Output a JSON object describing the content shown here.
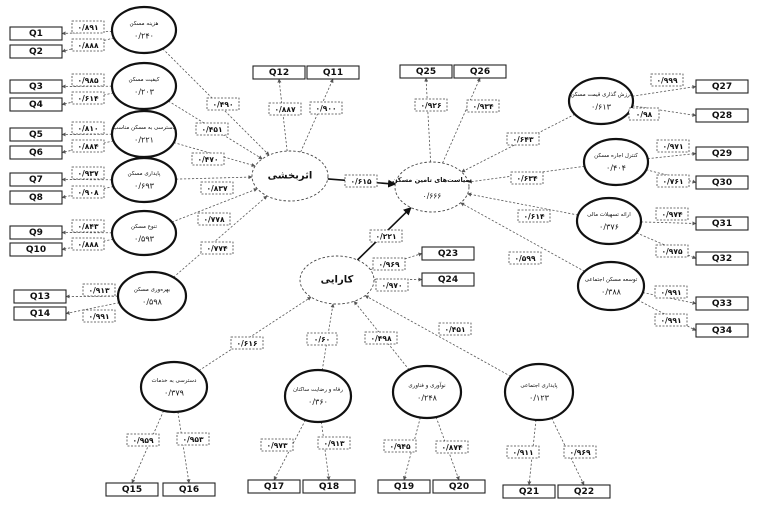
{
  "main_constructs": [
    {
      "id": "infra",
      "name": "اثربخشی",
      "value": ""
    },
    {
      "id": "karayi",
      "name": "کارایی",
      "value": ""
    },
    {
      "id": "policy",
      "name": "سیاست‌های تامین مسکن",
      "value": "۰/۶۶۶"
    }
  ],
  "sub_constructs": [
    {
      "id": "s1",
      "name": "هزینه مسکن",
      "value": "۰/۲۴۰",
      "parent": "infra",
      "items": [
        "Q1",
        "Q2"
      ],
      "item_loadings": [
        "۰/۸۹۱",
        "۰/۸۸۸"
      ],
      "path": "۰/۴۹۰"
    },
    {
      "id": "s2",
      "name": "کیفیت مسکن",
      "value": "۰/۲۰۳",
      "parent": "infra",
      "items": [
        "Q3",
        "Q4"
      ],
      "item_loadings": [
        "۰/۹۸۵",
        "۰/۶۱۴"
      ],
      "path": "۰/۴۵۱"
    },
    {
      "id": "s3",
      "name": "دسترسی به مسکن مناسب",
      "value": "۰/۲۲۱",
      "parent": "infra",
      "items": [
        "Q5",
        "Q6"
      ],
      "item_loadings": [
        "۰/۸۱۰",
        "۰/۸۸۴"
      ],
      "path": "۰/۴۷۰"
    },
    {
      "id": "s4",
      "name": "پایداری مسکن",
      "value": "۰/۶۹۳",
      "parent": "infra",
      "items": [
        "Q7",
        "Q8"
      ],
      "item_loadings": [
        "۰/۹۳۷",
        "۰/۹۰۸"
      ],
      "path": "۰/۸۳۷"
    },
    {
      "id": "s5",
      "name": "تنوع مسکن",
      "value": "۰/۵۹۳",
      "parent": "infra",
      "items": [
        "Q9",
        "Q10"
      ],
      "item_loadings": [
        "۰/۸۴۳",
        "۰/۸۸۸"
      ],
      "path": "۰/۷۷۸"
    },
    {
      "id": "s6",
      "name": "بهره‌وری مسکن",
      "value": "۰/۵۹۸",
      "parent": "infra",
      "items": [
        "Q13",
        "Q14"
      ],
      "item_loadings": [
        "۰/۹۱۳",
        "۰/۹۹۱"
      ],
      "path": "۰/۷۷۴"
    },
    {
      "id": "s7",
      "name": "ارزش گذاری قیمت مسکن",
      "value": "۰/۶۱۳",
      "parent": "policy",
      "items": [
        "Q27",
        "Q28"
      ],
      "item_loadings": [
        "۰/۹۹۹",
        "۰/۹۸"
      ],
      "path": "۰/۶۴۳"
    },
    {
      "id": "s8",
      "name": "کنترل اجاره مسکن",
      "value": "۰/۴۰۴",
      "parent": "policy",
      "items": [
        "Q29",
        "Q30"
      ],
      "item_loadings": [
        "۰/۹۷۱",
        "۰/۷۶۱"
      ],
      "path": "۰/۶۳۴"
    },
    {
      "id": "s9",
      "name": "ارائه تسهیلات مالی",
      "value": "۰/۳۷۶",
      "parent": "policy",
      "items": [
        "Q31",
        "Q32"
      ],
      "item_loadings": [
        "۰/۹۷۴",
        "۰/۹۷۵"
      ],
      "path": "۰/۶۱۴"
    },
    {
      "id": "s10",
      "name": "توسعه مسکن اجتماعی",
      "value": "۰/۳۸۸",
      "parent": "policy",
      "items": [
        "Q33",
        "Q34"
      ],
      "item_loadings": [
        "۰/۹۹۱",
        "۰/۹۹۱"
      ],
      "path": "۰/۵۹۹"
    },
    {
      "id": "s11",
      "name": "دسترسی به خدمات",
      "value": "۰/۳۷۹",
      "parent": "karayi",
      "items": [
        "Q15",
        "Q16"
      ],
      "item_loadings": [
        "۰/۹۵۹",
        "۰/۹۵۳"
      ],
      "path": "۰/۶۱۶"
    },
    {
      "id": "s12",
      "name": "رفاه و رضایت ساکنان",
      "value": "۰/۳۶۰",
      "parent": "karayi",
      "items": [
        "Q17",
        "Q18"
      ],
      "item_loadings": [
        "۰/۹۷۳",
        "۰/۹۱۳"
      ],
      "path": "۰/۶۰"
    },
    {
      "id": "s13",
      "name": "نوآوری و فناوری",
      "value": "۰/۲۴۸",
      "parent": "karayi",
      "items": [
        "Q19",
        "Q20"
      ],
      "item_loadings": [
        "۰/۹۴۵",
        "۰/۸۷۴"
      ],
      "path": "۰/۴۹۸"
    },
    {
      "id": "s14",
      "name": "پایداری اجتماعی",
      "value": "۰/۱۲۳",
      "parent": "karayi",
      "items": [
        "Q21",
        "Q22"
      ],
      "item_loadings": [
        "۰/۹۱۱",
        "۰/۹۶۹"
      ],
      "path": "۰/۴۵۱"
    }
  ],
  "direct_items": [
    {
      "parent": "infra",
      "item": "Q12",
      "loading": "۰/۸۸۷"
    },
    {
      "parent": "infra",
      "item": "Q11",
      "loading": "۰/۹۰۰"
    },
    {
      "parent": "policy",
      "item": "Q25",
      "loading": "۰/۹۲۶"
    },
    {
      "parent": "policy",
      "item": "Q26",
      "loading": "۰/۹۳۴"
    },
    {
      "parent": "karayi",
      "item": "Q23",
      "loading": "۰/۹۶۹"
    },
    {
      "parent": "karayi",
      "item": "Q24",
      "loading": "۰/۹۷۰"
    }
  ],
  "structural_paths": [
    {
      "from": "infra",
      "to": "policy",
      "value": "۰/۶۱۵"
    },
    {
      "from": "karayi",
      "to": "policy",
      "value": "۰/۲۲۱"
    }
  ]
}
